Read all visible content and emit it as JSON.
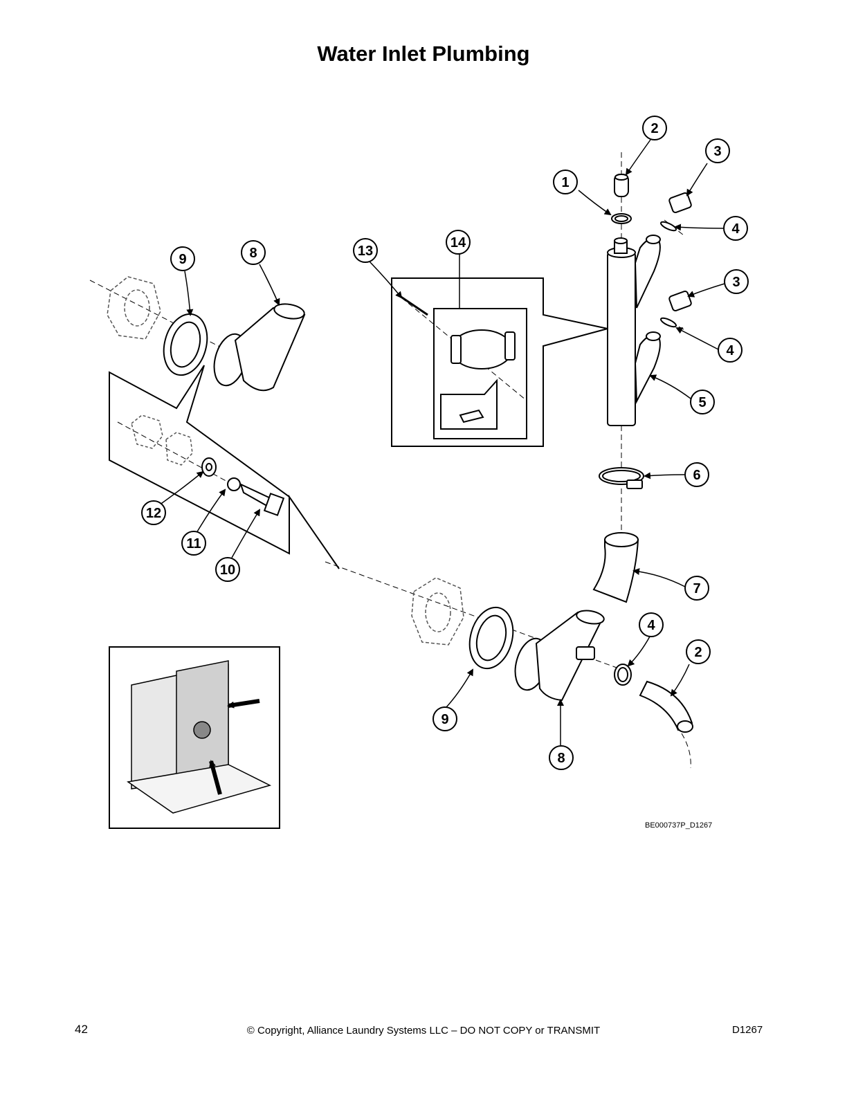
{
  "page": {
    "title": "Water Inlet Plumbing",
    "reference_code": "BE000737P_D1267",
    "page_number": "42",
    "copyright": "© Copyright, Alliance Laundry Systems LLC – DO NOT COPY or TRANSMIT",
    "document_code": "D1267"
  },
  "callouts": {
    "c1": "1",
    "c2a": "2",
    "c3a": "3",
    "c4a": "4",
    "c3b": "3",
    "c4b": "4",
    "c5": "5",
    "c6": "6",
    "c7": "7",
    "c4c": "4",
    "c2b": "2",
    "c8a": "8",
    "c9a": "9",
    "c13": "13",
    "c14": "14",
    "c12": "12",
    "c11": "11",
    "c10": "10",
    "c9b": "9",
    "c8b": "8"
  },
  "style": {
    "ink": "#000000",
    "paper": "#ffffff",
    "phantom": "#555555"
  }
}
